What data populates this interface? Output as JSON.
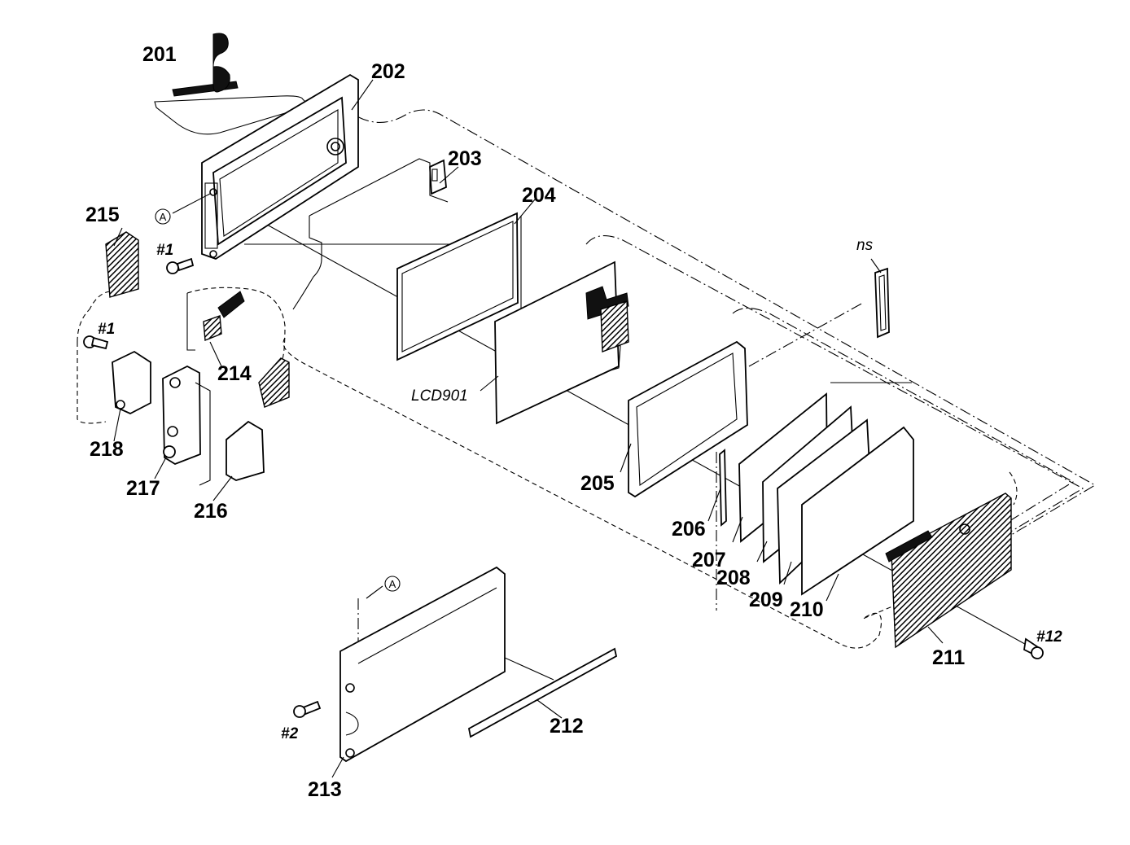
{
  "parts": {
    "p201": "201",
    "p202": "202",
    "p203": "203",
    "p204": "204",
    "p205": "205",
    "p206": "206",
    "p207": "207",
    "p208": "208",
    "p209": "209",
    "p210": "210",
    "p211": "211",
    "p212": "212",
    "p213": "213",
    "p214": "214",
    "p215": "215",
    "p216": "216",
    "p217": "217",
    "p218": "218"
  },
  "screws": {
    "s1a": "#1",
    "s1b": "#1",
    "s2": "#2",
    "s12": "#12"
  },
  "refs": {
    "lcd": "LCD901",
    "ns": "ns",
    "markA1": "A",
    "markA2": "A"
  }
}
